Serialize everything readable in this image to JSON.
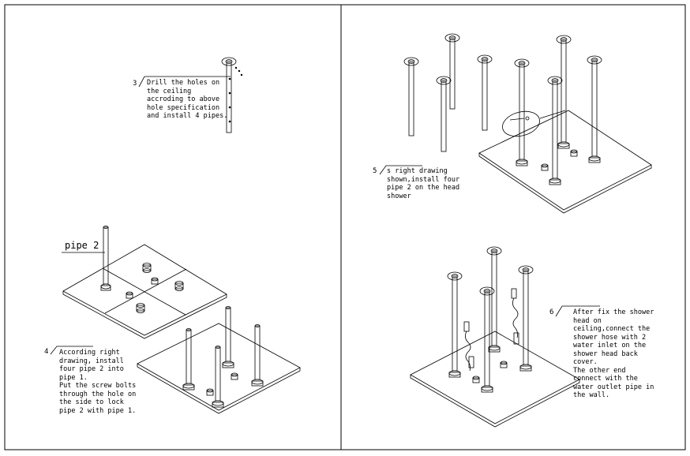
{
  "steps": [
    {
      "number": "3",
      "lines": [
        "Drill the holes on",
        "the ceiling",
        "accroding to above",
        "hole specification",
        "and install 4 pipes."
      ]
    },
    {
      "number": "4",
      "lines": [
        "According right",
        "drawing, install",
        "four pipe 2 into",
        "pipe 1.",
        "Put the screw bolts",
        "through the hole on",
        "the side to lock",
        "pipe 2 with pipe 1."
      ]
    },
    {
      "number": "5",
      "lines": [
        "s right drawing",
        "shown,install four",
        "pipe 2 on the head",
        "shower"
      ]
    },
    {
      "number": "6",
      "lines": [
        "After fix the shower",
        "head on",
        "ceiling,connect the",
        "shower hose with 2",
        "water inlet on the",
        "shower head back",
        "cover.",
        "The other end",
        "connect with the",
        "water outlet pipe in",
        "the wall."
      ]
    }
  ],
  "labels": {
    "pipe2": "pipe 2"
  }
}
